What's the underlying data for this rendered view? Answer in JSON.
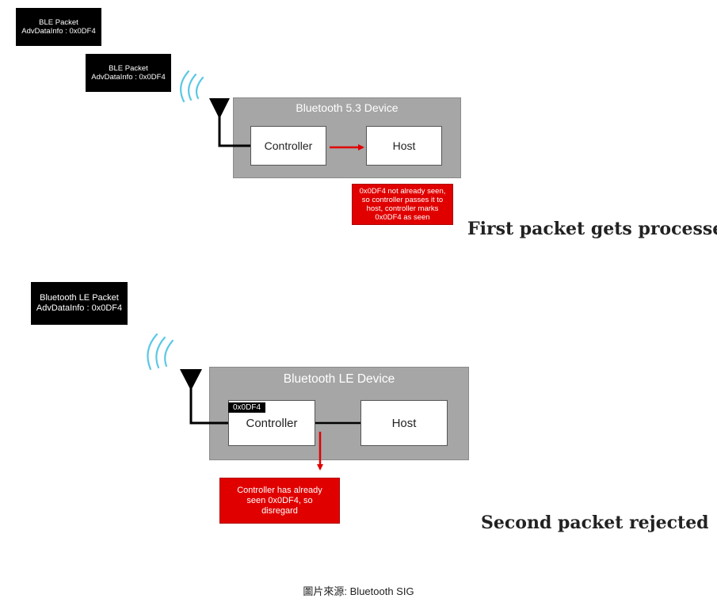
{
  "scenario1": {
    "packet1": {
      "title": "BLE Packet",
      "info": "AdvDataInfo : 0x0DF4"
    },
    "packet2": {
      "title": "BLE Packet",
      "info": "AdvDataInfo : 0x0DF4"
    },
    "device_title": "Bluetooth 5.3 Device",
    "controller_label": "Controller",
    "host_label": "Host",
    "note": "0x0DF4 not already seen, so controller passes it to host, controller marks 0x0DF4 as seen",
    "caption": "First packet gets processed"
  },
  "scenario2": {
    "packet": {
      "title": "Bluetooth LE Packet",
      "info": "AdvDataInfo : 0x0DF4"
    },
    "device_title": "Bluetooth LE Device",
    "seen_tag": "0x0DF4",
    "controller_label": "Controller",
    "host_label": "Host",
    "note": "Controller has already seen 0x0DF4, so disregard",
    "caption": "Second packet rejected"
  },
  "source": "圖片來源: Bluetooth SIG",
  "colors": {
    "device_gray": "#a6a6a6",
    "alert_red": "#e00000",
    "wave_cyan": "#5bc8e6"
  }
}
